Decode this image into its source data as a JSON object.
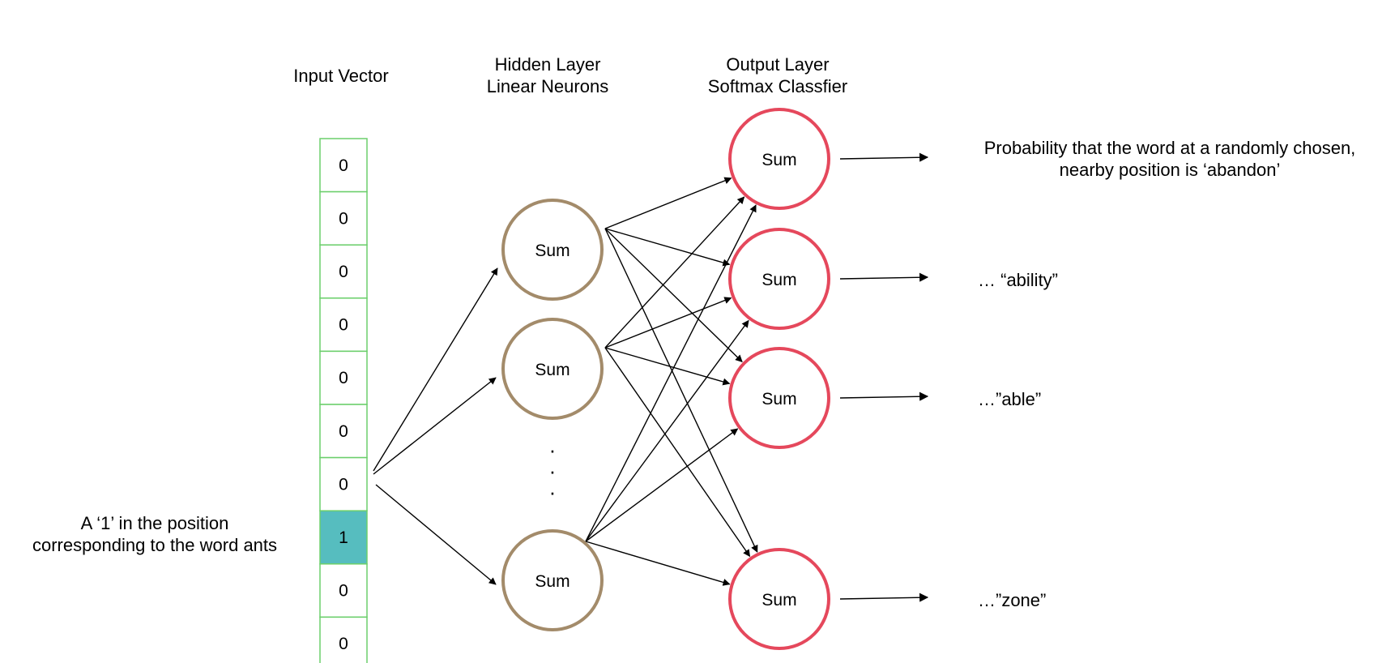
{
  "headers": {
    "input": "Input Vector",
    "hidden": [
      "Hidden Layer",
      "Linear Neurons"
    ],
    "output": [
      "Output Layer",
      "Softmax Classfier"
    ]
  },
  "input_vector": {
    "cells": [
      "0",
      "0",
      "0",
      "0",
      "0",
      "0",
      "0",
      "1",
      "0",
      "0"
    ],
    "highlight_index": 7,
    "highlight_color": "#56bdbf",
    "border_color": "#6ccf6c"
  },
  "input_annotation": [
    "A ‘1’ in the position",
    "corresponding  to the word ants"
  ],
  "hidden_nodes": [
    "Sum",
    "Sum",
    "Sum"
  ],
  "hidden_color": "#a38b6a",
  "ellipsis": "·",
  "output_nodes": [
    "Sum",
    "Sum",
    "Sum",
    "Sum"
  ],
  "output_color": "#e5485c",
  "output_labels": [
    [
      "Probability that the word at a randomly chosen,",
      "nearby position is ‘abandon’"
    ],
    [
      "… “ability”"
    ],
    [
      "…”able”"
    ],
    [
      "…”zone”"
    ]
  ]
}
